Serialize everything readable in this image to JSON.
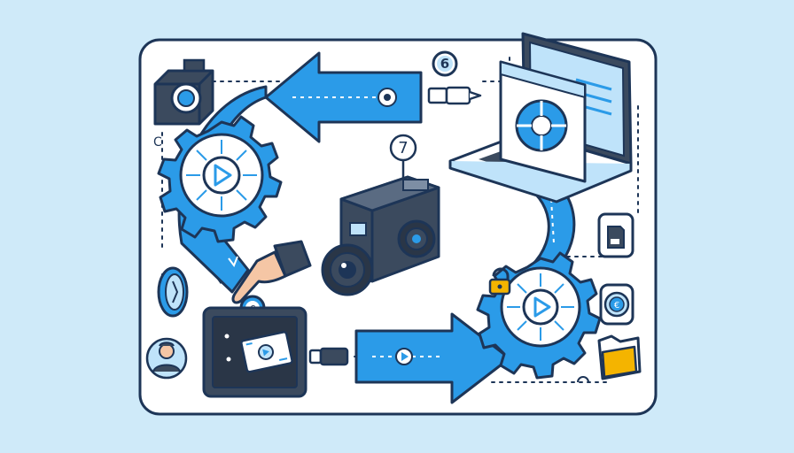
{
  "labels": {
    "badge_top": "6",
    "badge_center": "7",
    "coin_hand": "€",
    "coin_side": "€",
    "side_glyph": "C"
  },
  "colors": {
    "background": "#cfeaf9",
    "panel": "#ffffff",
    "outline": "#1d3557",
    "arrow_blue": "#2b9be8",
    "arrow_dark": "#1a7fd0",
    "light_blue": "#bfe3fa",
    "device_dark": "#3b4a5e",
    "accent_yellow": "#f4b400",
    "skin": "#f5c6a5"
  },
  "icons": [
    "camera-icon",
    "play-gear-icon",
    "usb-cable-icon",
    "laptop-icon",
    "video-camera-icon",
    "hand-icon",
    "tablet-icon",
    "user-icon",
    "compass-icon",
    "coin-icon",
    "folder-icon",
    "lock-icon",
    "sd-card-icon"
  ]
}
